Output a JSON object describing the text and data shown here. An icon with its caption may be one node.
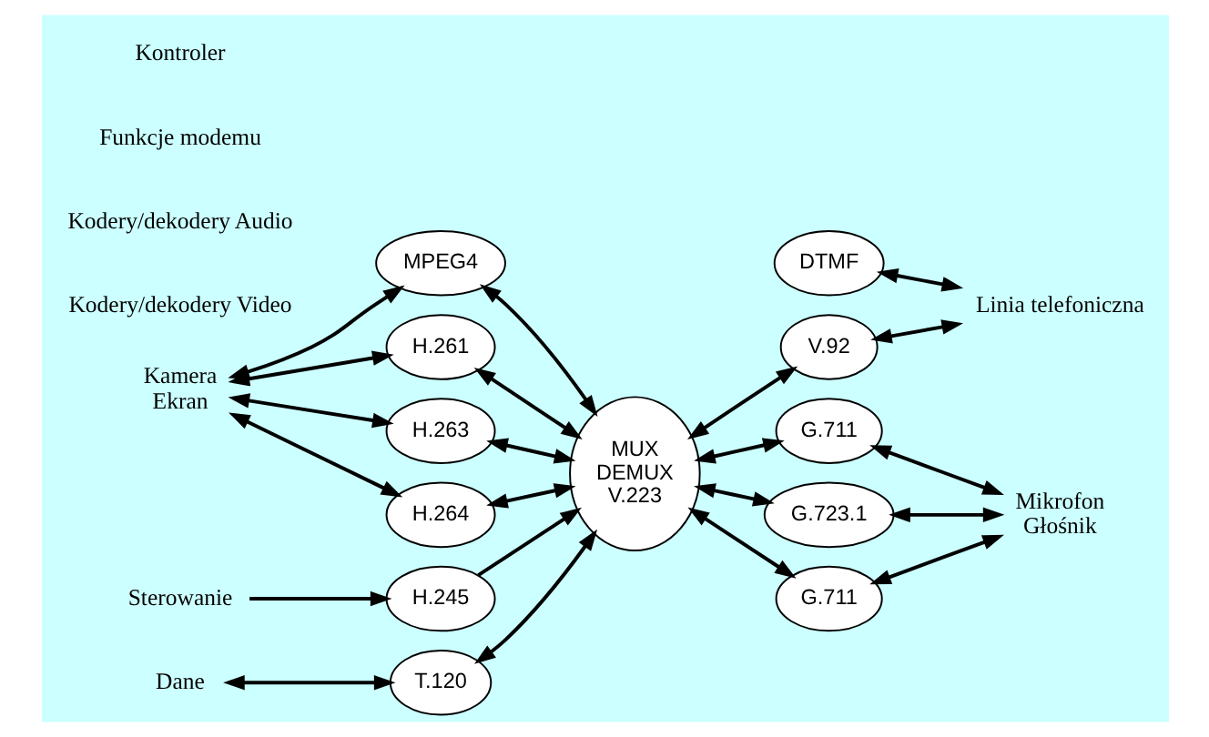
{
  "diagram": {
    "nodes": [
      {
        "text": [
          "T.120"
        ]
      },
      {
        "text": [
          "Dane"
        ]
      },
      {
        "text": [
          "Kamera",
          "Ekran"
        ]
      },
      {
        "text": [
          "MPEG4"
        ]
      },
      {
        "text": [
          "H.261"
        ]
      },
      {
        "text": [
          "H.263"
        ]
      },
      {
        "text": [
          "H.264"
        ]
      },
      {
        "text": [
          "MUX DEMUX V.223"
        ]
      },
      {
        "text": [
          "G.711"
        ]
      },
      {
        "text": [
          "G.723.1"
        ]
      },
      {
        "text": [
          "G.711"
        ]
      },
      {
        "text": [
          "Mikrofon",
          "Głośnik"
        ]
      },
      {
        "text": [
          "V.92"
        ]
      },
      {
        "text": [
          "DTMF"
        ]
      },
      {
        "text": [
          "Linia telefoniczna"
        ]
      },
      {
        "text": [
          "Sterowanie"
        ]
      },
      {
        "text": [
          "H.245"
        ]
      }
    ],
    "edges": [
      {
        "from": 1,
        "to": 0,
        "arrow": "both"
      },
      {
        "from": 0,
        "to": 7,
        "arrow": "both"
      },
      {
        "from": 2,
        "to": 3,
        "arrow": "both"
      },
      {
        "from": 2,
        "to": 4,
        "arrow": "both"
      },
      {
        "from": 2,
        "to": 5,
        "arrow": "both"
      },
      {
        "from": 2,
        "to": 6,
        "arrow": "both"
      },
      {
        "from": 3,
        "to": 7,
        "arrow": "both"
      },
      {
        "from": 4,
        "to": 7,
        "arrow": "both"
      },
      {
        "from": 5,
        "to": 7,
        "arrow": "both"
      },
      {
        "from": 6,
        "to": 7,
        "arrow": "both"
      },
      {
        "from": 7,
        "to": 8,
        "arrow": "both"
      },
      {
        "from": 7,
        "to": 9,
        "arrow": "both"
      },
      {
        "from": 7,
        "to": 10,
        "arrow": "both"
      },
      {
        "from": 8,
        "to": 11,
        "arrow": "both"
      },
      {
        "from": 9,
        "to": 11,
        "arrow": "both"
      },
      {
        "from": 10,
        "to": 11,
        "arrow": "both"
      },
      {
        "from": 7,
        "to": 12,
        "arrow": "both"
      },
      {
        "from": 12,
        "to": 14,
        "arrow": "both"
      },
      {
        "from": 13,
        "to": 14,
        "arrow": "both"
      },
      {
        "from": 15,
        "to": 16,
        "arrow": "to"
      },
      {
        "from": 16,
        "to": 7,
        "arrow": "to"
      }
    ],
    "labels": [
      "Kodery/dekodery Video",
      "Kodery/dekodery Audio",
      "Funkcje modemu",
      "Kontroler"
    ]
  }
}
